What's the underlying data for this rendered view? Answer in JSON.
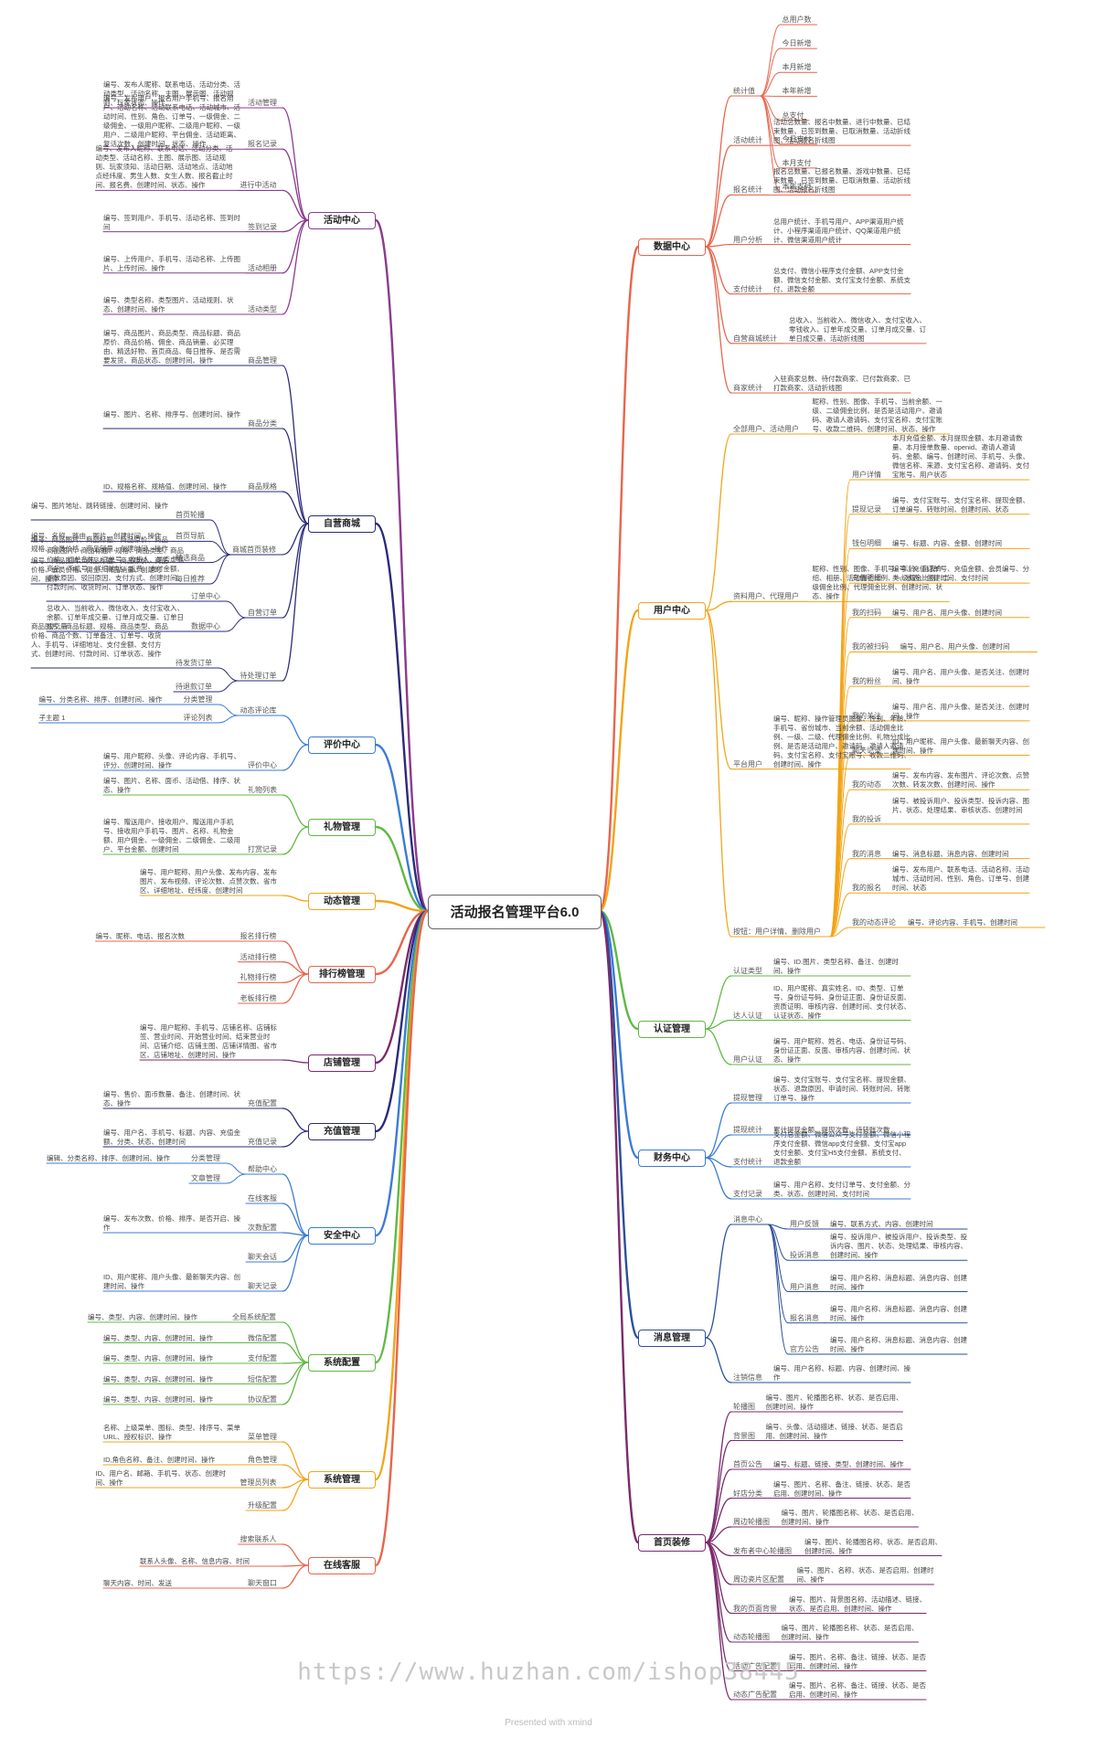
{
  "root": {
    "label": "活动报名管理平台6.0"
  },
  "branches": [
    {
      "id": "shuju",
      "label": "数据中心",
      "side": "right",
      "color": "#e8654c",
      "subs": [
        {
          "label": "统计值",
          "children": [
            {
              "label": "总用户数"
            },
            {
              "label": "今日新增"
            },
            {
              "label": "本月新增"
            },
            {
              "label": "本年新增"
            },
            {
              "label": "总支付"
            },
            {
              "label": "今日支付"
            },
            {
              "label": "本月支付"
            },
            {
              "label": "本年支付"
            }
          ]
        },
        {
          "label": "活动统计",
          "text": "活动总数量、报名中数量、进行中数量、已结束数量、已签到数量、已取消数量、活动折线图、活动报名折线图"
        },
        {
          "label": "报名统计",
          "text": "报名总数量、已报名数量、游戏中数量、已结束数量、已签到数量、已取消数量、活动折线图、活动报名折线图"
        },
        {
          "label": "用户分析",
          "text": "总用户统计、手机号用户、APP渠道用户统计、小程序渠道用户统计、QQ渠道用户统计、微信渠道用户统计"
        },
        {
          "label": "支付统计",
          "text": "总支付、微信小程序支付金额、APP支付金额、微信支付金额、支付宝支付金额、系统支付、退款金额"
        },
        {
          "label": "自营商城统计",
          "text": "总收入、当前收入、微信收入、支付宝收入、零钱收入、订单年成交量、订单月成交量、订单日成交量、活动折线图"
        },
        {
          "label": "商家统计",
          "text": "入驻商家总数、待付款商家、已付款商家、已打款商家、活动折线图"
        }
      ]
    },
    {
      "id": "yonghu",
      "label": "用户中心",
      "side": "right",
      "color": "#f2a418",
      "subs": [
        {
          "label": "全部用户、活动用户",
          "text": "昵称、性别、图像、手机号、当前余额、一级、二级佣金比例、是否是活动用户、邀请码、邀请人邀请码、支付宝名称、支付宝账号、收款二维码、创建时间、状态、操作"
        },
        {
          "label": "资料用户、代理用户",
          "text": "昵称、性别、图像、手机号、年龄、自我介绍、相册、活动佣金比例、一级佣金比例、二级佣金比例、代理佣金比例、创建时间、状态、操作"
        },
        {
          "label": "平台用户",
          "text": "编号、昵称、操作管理员图像、性别、年龄、手机号、省份城市、当前余额、活动佣金比例、一级、二级、代理佣金比例、礼物分成比例、是否是活动用户、邀请码、邀请人邀请码、支付宝名称、支付宝账号、收款二维码、创建时间、操作"
        },
        {
          "label": "按钮：用户详情、删除用户",
          "children": [
            {
              "label": "用户详情",
              "text": "本月充值金额、本月提现金额、本月邀请数量、本月接单数量、openid、邀请人邀请码、金额、编号、创建时间、手机号、头像、微信名称、来源、支付宝名称、邀请码、支付宝账号、用户状态"
            },
            {
              "label": "提现记录",
              "text": "编号、支付宝账号、支付宝名称、提现金额、订单编号、转账时间、创建时间、状态"
            },
            {
              "label": "钱包明细",
              "text": "编号、标题、内容、金额、创建时间"
            },
            {
              "label": "充值明细",
              "text": "编号、充值订单号、充值金额、会员编号、分类、状态、创建时间、支付时间"
            },
            {
              "label": "我的扫码",
              "text": "编号、用户名、用户头像、创建时间"
            },
            {
              "label": "我的被扫码",
              "text": "编号、用户名、用户头像、创建时间"
            },
            {
              "label": "我的粉丝",
              "text": "编号、用户名、用户头像、是否关注、创建时间、操作"
            },
            {
              "label": "我的关注",
              "text": "编号、用户名、用户头像、是否关注、创建时间、操作"
            },
            {
              "label": "聊天记录",
              "text": "ID、用户昵称、用户头像、最新聊天内容、创建时间、操作"
            },
            {
              "label": "我的动态",
              "text": "编号、发布内容、发布图片、评论次数、点赞次数、转发次数、创建时间、操作"
            },
            {
              "label": "我的投诉",
              "text": "编号、被投诉用户、投诉类型、投诉内容、图片、状态、处理结果、审核状态、创建时间"
            },
            {
              "label": "我的消息",
              "text": "编号、消息标题、消息内容、创建时间"
            },
            {
              "label": "我的报名",
              "text": "编号、发布用户、联系电话、活动名称、活动城市、活动时间、性别、角色、订单号、创建时间、状态"
            },
            {
              "label": "我的动态评论",
              "text": "编号、评论内容、手机号、创建时间"
            }
          ]
        }
      ]
    },
    {
      "id": "renzheng",
      "label": "认证管理",
      "side": "right",
      "color": "#5fb845",
      "subs": [
        {
          "label": "认证类型",
          "text": "编号、ID.图片、类型名称、备注、创建时间、操作"
        },
        {
          "label": "达人认证",
          "text": "ID、用户昵称、真实姓名、ID、类型、订单号、身份证号码、身份证正面、身份证反面、资质证明、审核内容、创建时间、支付状态、认证状态、操作"
        },
        {
          "label": "用户认证",
          "text": "编号、用户昵称、姓名、电话、身份证号码、身份证正面、反面、审核内容、创建时间、状态、操作"
        }
      ]
    },
    {
      "id": "caiwu",
      "label": "财务中心",
      "side": "right",
      "color": "#3a7bd5",
      "subs": [
        {
          "label": "提现管理",
          "text": "编号、支付宝账号、支付宝名称、提现金额、状态、退款原因、申请时间、转账时间、转账订单号、操作"
        },
        {
          "label": "提现统计",
          "text": "累计提现金额、提现次数、待转账次数"
        },
        {
          "label": "支付统计",
          "text": "支付总金额、微信公众号支付金额、微信小程序支付金额、微信app支付金额、支付宝app支付金额、支付宝H5支付金额、系统支付、退款金额"
        },
        {
          "label": "支付记录",
          "text": "编号、用户名称、支付订单号、支付金额、分类、状态、创建时间、支付时间"
        }
      ]
    },
    {
      "id": "xiaoxi",
      "label": "消息管理",
      "side": "right",
      "color": "#2a4f9a",
      "subs": [
        {
          "label": "消息中心",
          "children": [
            {
              "label": "用户反馈",
              "text": "编号、联系方式、内容、创建时间"
            },
            {
              "label": "投诉消息",
              "text": "编号、投诉用户、被投诉用户、投诉类型、投诉内容、图片、状态、处理结果、审核内容、创建时间、操作"
            },
            {
              "label": "用户消息",
              "text": "编号、用户名称、消息标题、消息内容、创建时间、操作"
            },
            {
              "label": "报名消息",
              "text": "编号、用户名称、消息标题、消息内容、创建时间、操作"
            },
            {
              "label": "官方公告",
              "text": "编号、用户名称、消息标题、消息内容、创建时间、操作"
            }
          ]
        },
        {
          "label": "注销信息",
          "text": "编号、用户名称、标题、内容、创建时间、操作"
        }
      ]
    },
    {
      "id": "shouye",
      "label": "首页装修",
      "side": "right",
      "color": "#7a2a6e",
      "subs": [
        {
          "label": "轮播图",
          "text": "编号、图片、轮播图名称、状态、是否启用、创建时间、操作"
        },
        {
          "label": "背景图",
          "text": "编号、头像、活动描述、链接、状态、是否启用、创建时间、操作"
        },
        {
          "label": "首页公告",
          "text": "编号、标题、链接、类型、创建时间、操作"
        },
        {
          "label": "好店分类",
          "text": "编号、图片、名称、备注、链接、状态、是否启用、创建时间、操作"
        },
        {
          "label": "周边轮播图",
          "text": "编号、图片、轮播图名称、状态、是否启用、创建时间、操作"
        },
        {
          "label": "发布者中心轮播图",
          "text": "编号、图片、轮播图名称、状态、是否启用、创建时间、操作"
        },
        {
          "label": "周边瓷片区配置",
          "text": "编号、图片、名称、状态、是否启用、创建时间、操作"
        },
        {
          "label": "我的页面背景",
          "text": "编号、图片、背景图名称、活动描述、链接、状态、是否启用、创建时间、操作"
        },
        {
          "label": "动态轮播图",
          "text": "编号、图片、轮播图名称、状态、是否启用、创建时间、操作"
        },
        {
          "label": "活动广告配置",
          "text": "编号、图片、名称、备注、链接、状态、是否启用、创建时间、操作"
        },
        {
          "label": "动态广告配置",
          "text": "编号、图片、名称、备注、链接、状态、是否启用、创建时间、操作"
        }
      ]
    },
    {
      "id": "huodong",
      "label": "活动中心",
      "side": "left",
      "color": "#8a3a8f",
      "subs": [
        {
          "label": "活动管理",
          "text": "编号、发布人昵称、联系电话、活动分类、活动类型、活动名称、主图、展示图、活动规则、玩家状态、操作"
        },
        {
          "label": "报名记录",
          "text": "编号、发布用户、报名用户手机号、报名用户、活动名称、活动联系电话、活动城市、活动时间、性别、角色、订单号、一级佣金、二级佣金、一级用户昵称、二级用户昵称、一级用户、二级用户昵称、平台佣金、活动距离、复活次数、创建时间、状态、操作"
        },
        {
          "label": "进行中活动",
          "text": "编号、发布人昵称、联系电话、活动分类、活动类型、活动名称、主图、展示图、活动规则、玩家须知、活动日期、活动地点、活动地点经纬度、男生人数、女生人数、报名截止时间、报名费、创建时间、状态、操作"
        },
        {
          "label": "签到记录",
          "text": "编号、签到用户、手机号、活动名称、签到时间"
        },
        {
          "label": "活动相册",
          "text": "编号、上传用户、手机号、活动名称、上传图片、上传时间、操作"
        },
        {
          "label": "活动类型",
          "text": "编号、类型名称、类型图片、活动规则、状态、创建时间、操作"
        }
      ]
    },
    {
      "id": "shangcheng",
      "label": "自营商城",
      "side": "left",
      "color": "#2a2a7a",
      "subs": [
        {
          "label": "商品管理",
          "text": "编号、商品图片、商品类型、商品标题、商品原价、商品价格、佣金、商品销量、必买理由、精选好物、首页商品、每日推荐、是否需要发货、商品状态、创建时间、操作"
        },
        {
          "label": "商品分类",
          "text": "编号、图片、名称、排序号、创建时间、操作"
        },
        {
          "label": "商品规格",
          "text": "ID、规格名称、规格值、创建时间、操作"
        },
        {
          "label": "商城首页装修",
          "children": [
            {
              "label": "首页轮播",
              "text": "编号、图片地址、跳转链接、创建时间、操作"
            },
            {
              "label": "首页导航",
              "text": "编号、名称、路由、图片、创建时间、操作"
            },
            {
              "label": "精选商品",
              "text": "编号、商品图片、商品标题、商品原价、商品规格、会员价格、商品销量、创建时间、操作"
            },
            {
              "label": "每日推荐",
              "text": "编号、商品图片、商品标题、商品原价、商品价格、会员价格、佣金、商品销量、创建时间、操作"
            }
          ]
        },
        {
          "label": "自营订单",
          "children": [
            {
              "label": "订单中心",
              "text": "商品图片、商品标题、规格、商品类型、商品价格、订单备注、订单号、收货人、是否虚拟商品、手机号、详细地址、运费、支付金额、退款原因、驳回原因、支付方式、创建时间、付款时间、收货时间、订单状态、操作"
            },
            {
              "label": "数据中心",
              "text": "总收入、当前收入、微信收入、支付宝收入、余额、订单年成交量、订单月成交量、订单日成交量"
            }
          ]
        },
        {
          "label": "待处理订单",
          "children": [
            {
              "label": "待发货订单",
              "text": "商品图片、商品标题、规格、商品类型、商品价格、商品个数、订单备注、订单号、收货人、手机号、详细地址、支付金额、支付方式、创建时间、付款时间、订单状态、操作"
            },
            {
              "label": "待退款订单"
            }
          ]
        }
      ]
    },
    {
      "id": "pingjia",
      "label": "评价中心",
      "side": "left",
      "color": "#3a7bd5",
      "subs": [
        {
          "label": "动态评论库",
          "children": [
            {
              "label": "分类管理",
              "text": "编号、分类名称、排序、创建时间、操作"
            },
            {
              "label": "评论列表",
              "text": "子主题 1"
            }
          ]
        },
        {
          "label": "评价中心",
          "text": "编号、用户昵称、头像、评论内容、手机号、评分、创建时间、操作"
        }
      ]
    },
    {
      "id": "liwu",
      "label": "礼物管理",
      "side": "left",
      "color": "#5fb845",
      "subs": [
        {
          "label": "礼物列表",
          "text": "编号、图片、名称、面币、活动借、排序、状态、操作"
        },
        {
          "label": "打赏记录",
          "text": "编号、赠送用户、接收用户、赠送用户手机号、接收用户手机号、图片、名称、礼物金额、用户佣金、一级佣金、二级佣金、二级用户、平台金额、创建时间"
        }
      ]
    },
    {
      "id": "dongtai",
      "label": "动态管理",
      "side": "left",
      "color": "#f2a418",
      "subs": [
        {
          "label": "",
          "text": "编号、用户昵称、用户头像、发布内容、发布图片、发布视频、评论次数、点赞次数、省市区、详细地址、经纬度、创建时间"
        }
      ]
    },
    {
      "id": "paihang",
      "label": "排行榜管理",
      "side": "left",
      "color": "#e8654c",
      "subs": [
        {
          "label": "报名排行榜",
          "text": "编号、昵称、电话、报名次数"
        },
        {
          "label": "活动排行榜"
        },
        {
          "label": "礼物排行榜"
        },
        {
          "label": "老板排行榜"
        }
      ]
    },
    {
      "id": "dianpu",
      "label": "店铺管理",
      "side": "left",
      "color": "#7a2a6e",
      "subs": [
        {
          "label": "",
          "text": "编号、用户昵称、手机号、店铺名称、店铺标签、营业时间、开始营业时间、结束营业时间、店铺介绍、店铺主图、店铺详情图、省市区、店铺地址、创建时间、操作"
        }
      ]
    },
    {
      "id": "chongzhi",
      "label": "充值管理",
      "side": "left",
      "color": "#2a2a7a",
      "subs": [
        {
          "label": "充值配置",
          "text": "编号、售价、面币数量、备注、创建时间、状态、操作"
        },
        {
          "label": "充值记录",
          "text": "编号、用户名、手机号、标题、内容、充值金额、分类、状态、创建时间"
        }
      ]
    },
    {
      "id": "anquan",
      "label": "安全中心",
      "side": "left",
      "color": "#3a7bd5",
      "subs": [
        {
          "label": "帮助中心",
          "children": [
            {
              "label": "分类管理",
              "text": "编辑、分类名称、排序、创建时间、操作"
            },
            {
              "label": "文章管理"
            }
          ]
        },
        {
          "label": "在线客服"
        },
        {
          "label": "次数配置",
          "text": "编号、发布次数、价格、排序、是否开启、操作"
        },
        {
          "label": "聊天会话"
        },
        {
          "label": "聊天记录",
          "text": "ID、用户昵称、用户头像、最新聊天内容、创建时间、操作"
        }
      ]
    },
    {
      "id": "peizhi",
      "label": "系统配置",
      "side": "left",
      "color": "#5fb845",
      "subs": [
        {
          "label": "全局系统配置",
          "text": "编号、类型、内容、创建时间、操作"
        },
        {
          "label": "微信配置",
          "text": "编号、类型、内容、创建时间、操作"
        },
        {
          "label": "支付配置",
          "text": "编号、类型、内容、创建时间、操作"
        },
        {
          "label": "短信配置",
          "text": "编号、类型、内容、创建时间、操作"
        },
        {
          "label": "协议配置",
          "text": "编号、类型、内容、创建时间、操作"
        }
      ]
    },
    {
      "id": "xitong",
      "label": "系统管理",
      "side": "left",
      "color": "#f2a418",
      "subs": [
        {
          "label": "菜单管理",
          "text": "名称、上级菜单、图标、类型、排序号、菜单URL、授权标识、操作"
        },
        {
          "label": "角色管理",
          "text": "ID,角色名称、备注、创建时间、操作"
        },
        {
          "label": "管理员列表",
          "text": "ID、用户名、邮箱、手机号、状态、创建时间、操作"
        },
        {
          "label": "升级配置"
        }
      ]
    },
    {
      "id": "kefu",
      "label": "在线客服",
      "side": "left",
      "color": "#e8654c",
      "subs": [
        {
          "label": "搜索联系人"
        },
        {
          "label": "",
          "text": "联系人头像、名称、信息内容、时间"
        },
        {
          "label": "聊天窗口",
          "text": "聊天内容、时间、发送"
        }
      ]
    }
  ],
  "footer": {
    "watermark": "https://www.huzhan.com/ishop38445",
    "presented": "Presented with xmind"
  }
}
